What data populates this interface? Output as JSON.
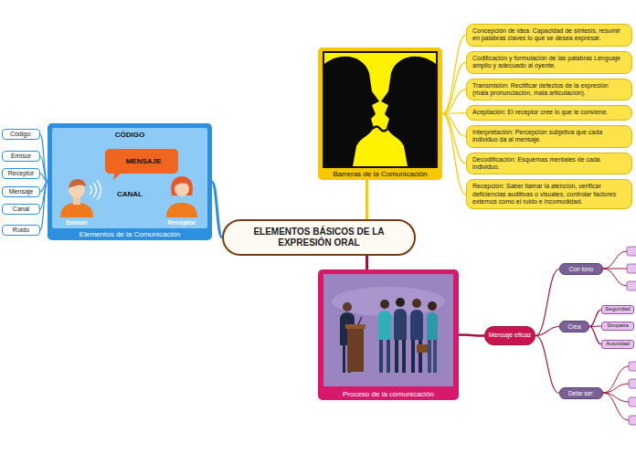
{
  "diagram": {
    "nodes": [
      {
        "text": [
          "ELEMENTOS BÁSICOS DE LA EXPRESIÓN ORAL"
        ]
      },
      {
        "text": [
          "Elementos de la Comunicación"
        ]
      },
      {
        "text": [
          "Código:"
        ]
      },
      {
        "text": [
          "Emisor"
        ]
      },
      {
        "text": [
          "Receptor"
        ]
      },
      {
        "text": [
          "Mensaje"
        ]
      },
      {
        "text": [
          "Canal"
        ]
      },
      {
        "text": [
          "Ruido"
        ]
      },
      {
        "text": [
          "Barreras de la Comunicación"
        ]
      },
      {
        "text": [
          "Concepción de idea: Capacidad de síntesis, resumir en palabras claves lo que se desea expresar."
        ]
      },
      {
        "text": [
          "Codificación y formulación de las palabras Lenguaje amplio y adecuado al oyente."
        ]
      },
      {
        "text": [
          "Transmisión: Rectificar defectos de la expresión (mala pronunciación, mala articulación)."
        ]
      },
      {
        "text": [
          "Aceptación: El receptor cree lo que le conviene."
        ]
      },
      {
        "text": [
          "Interpretación: Percepción subjetiva que cada individuo da al mensaje."
        ]
      },
      {
        "text": [
          "Decodificación: Esquemas mentales de cada individuo."
        ]
      },
      {
        "text": [
          "Recepción: Saber llamar la atención, verificar deficiencias auditivas o visuales, controlar factores externos como el ruido e incomodidad."
        ]
      },
      {
        "text": [
          "Proceso de la comunicación"
        ]
      },
      {
        "text": [
          "Mensaje eficaz"
        ]
      },
      {
        "text": [
          "Con tono"
        ]
      },
      {
        "text": [
          "Crea"
        ]
      },
      {
        "text": [
          "Seguridad"
        ]
      },
      {
        "text": [
          "Simpatía"
        ]
      },
      {
        "text": [
          "Autoridad"
        ]
      },
      {
        "text": [
          "Debe ser:"
        ]
      }
    ],
    "edges": [
      {
        "from": 0,
        "to": 1,
        "arrow": "none"
      },
      {
        "from": 1,
        "to": 2,
        "arrow": "none"
      },
      {
        "from": 1,
        "to": 3,
        "arrow": "none"
      },
      {
        "from": 1,
        "to": 4,
        "arrow": "none"
      },
      {
        "from": 1,
        "to": 5,
        "arrow": "none"
      },
      {
        "from": 1,
        "to": 6,
        "arrow": "none"
      },
      {
        "from": 1,
        "to": 7,
        "arrow": "none"
      },
      {
        "from": 0,
        "to": 8,
        "arrow": "none"
      },
      {
        "from": 8,
        "to": 9,
        "arrow": "none"
      },
      {
        "from": 8,
        "to": 10,
        "arrow": "none"
      },
      {
        "from": 8,
        "to": 11,
        "arrow": "none"
      },
      {
        "from": 8,
        "to": 12,
        "arrow": "none"
      },
      {
        "from": 8,
        "to": 13,
        "arrow": "none"
      },
      {
        "from": 8,
        "to": 14,
        "arrow": "none"
      },
      {
        "from": 8,
        "to": 15,
        "arrow": "none"
      },
      {
        "from": 0,
        "to": 16,
        "arrow": "none"
      },
      {
        "from": 16,
        "to": 17,
        "arrow": "none"
      },
      {
        "from": 17,
        "to": 18,
        "arrow": "none"
      },
      {
        "from": 17,
        "to": 19,
        "arrow": "none"
      },
      {
        "from": 19,
        "to": 20,
        "arrow": "none"
      },
      {
        "from": 19,
        "to": 21,
        "arrow": "none"
      },
      {
        "from": 19,
        "to": 22,
        "arrow": "none"
      },
      {
        "from": 17,
        "to": 23,
        "arrow": "none"
      }
    ],
    "labels": [
      "CÓDIGO",
      "MENSAJE",
      "CANAL",
      "Emisor",
      "Receptor"
    ]
  }
}
